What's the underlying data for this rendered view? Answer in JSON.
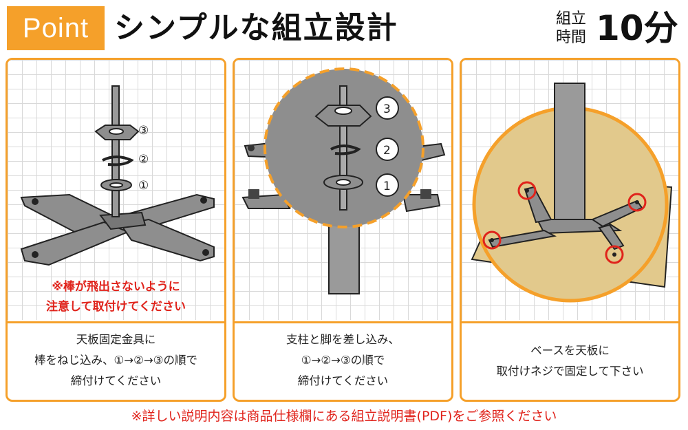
{
  "header": {
    "badge": "Point",
    "title": "シンプルな組立設計",
    "time_label_line1": "組立",
    "time_label_line2": "時間",
    "time_value": "10分"
  },
  "panels": [
    {
      "warning_line1": "※棒が飛出さないように",
      "warning_line2": "注意して取付けてください",
      "caption_line1": "天板固定金具に",
      "caption_line2": "棒をねじ込み、①→②→③の順で",
      "caption_line3": "締付けてください",
      "part_labels": [
        "③",
        "②",
        "①"
      ]
    },
    {
      "caption_line1": "支柱と脚を差し込み、",
      "caption_line2": "①→②→③の順で",
      "caption_line3": "締付けてください",
      "part_labels": [
        "3",
        "2",
        "1"
      ]
    },
    {
      "caption_line1": "ベースを天板に",
      "caption_line2": "取付けネジで固定して下さい"
    }
  ],
  "footnote": "※詳しい説明内容は商品仕様欄にある組立説明書(PDF)をご参照ください",
  "colors": {
    "accent": "#f5a02a",
    "warning": "#e0231b",
    "metal": "#8e8e8e",
    "tabletop": "#e2c98c"
  }
}
